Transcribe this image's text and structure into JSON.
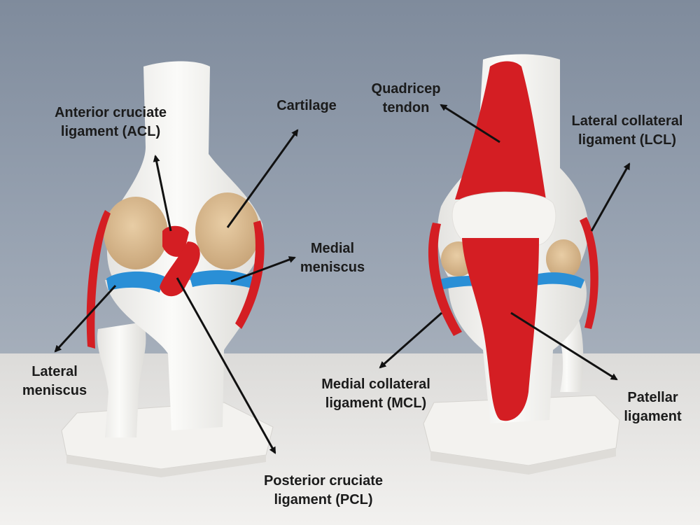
{
  "labels": {
    "acl": {
      "line1": "Anterior cruciate",
      "line2": "ligament (ACL)"
    },
    "cartilage": {
      "line1": "Cartilage"
    },
    "medial_meniscus": {
      "line1": "Medial",
      "line2": "meniscus"
    },
    "lateral_meniscus": {
      "line1": "Lateral",
      "line2": "meniscus"
    },
    "pcl": {
      "line1": "Posterior cruciate",
      "line2": "ligament (PCL)"
    },
    "quadricep": {
      "line1": "Quadricep",
      "line2": "tendon"
    },
    "lcl": {
      "line1": "Lateral collateral",
      "line2": "ligament (LCL)"
    },
    "mcl": {
      "line1": "Medial collateral",
      "line2": "ligament (MCL)"
    },
    "patellar": {
      "line1": "Patellar",
      "line2": "ligament"
    }
  },
  "colors": {
    "wall": "#8f9aaa",
    "table": "#ecebea",
    "bone": "#f4f3f0",
    "ligament": "#d41e23",
    "meniscus": "#2a8fd6",
    "cartilage": "#d9b98e",
    "arrow": "#111111"
  }
}
